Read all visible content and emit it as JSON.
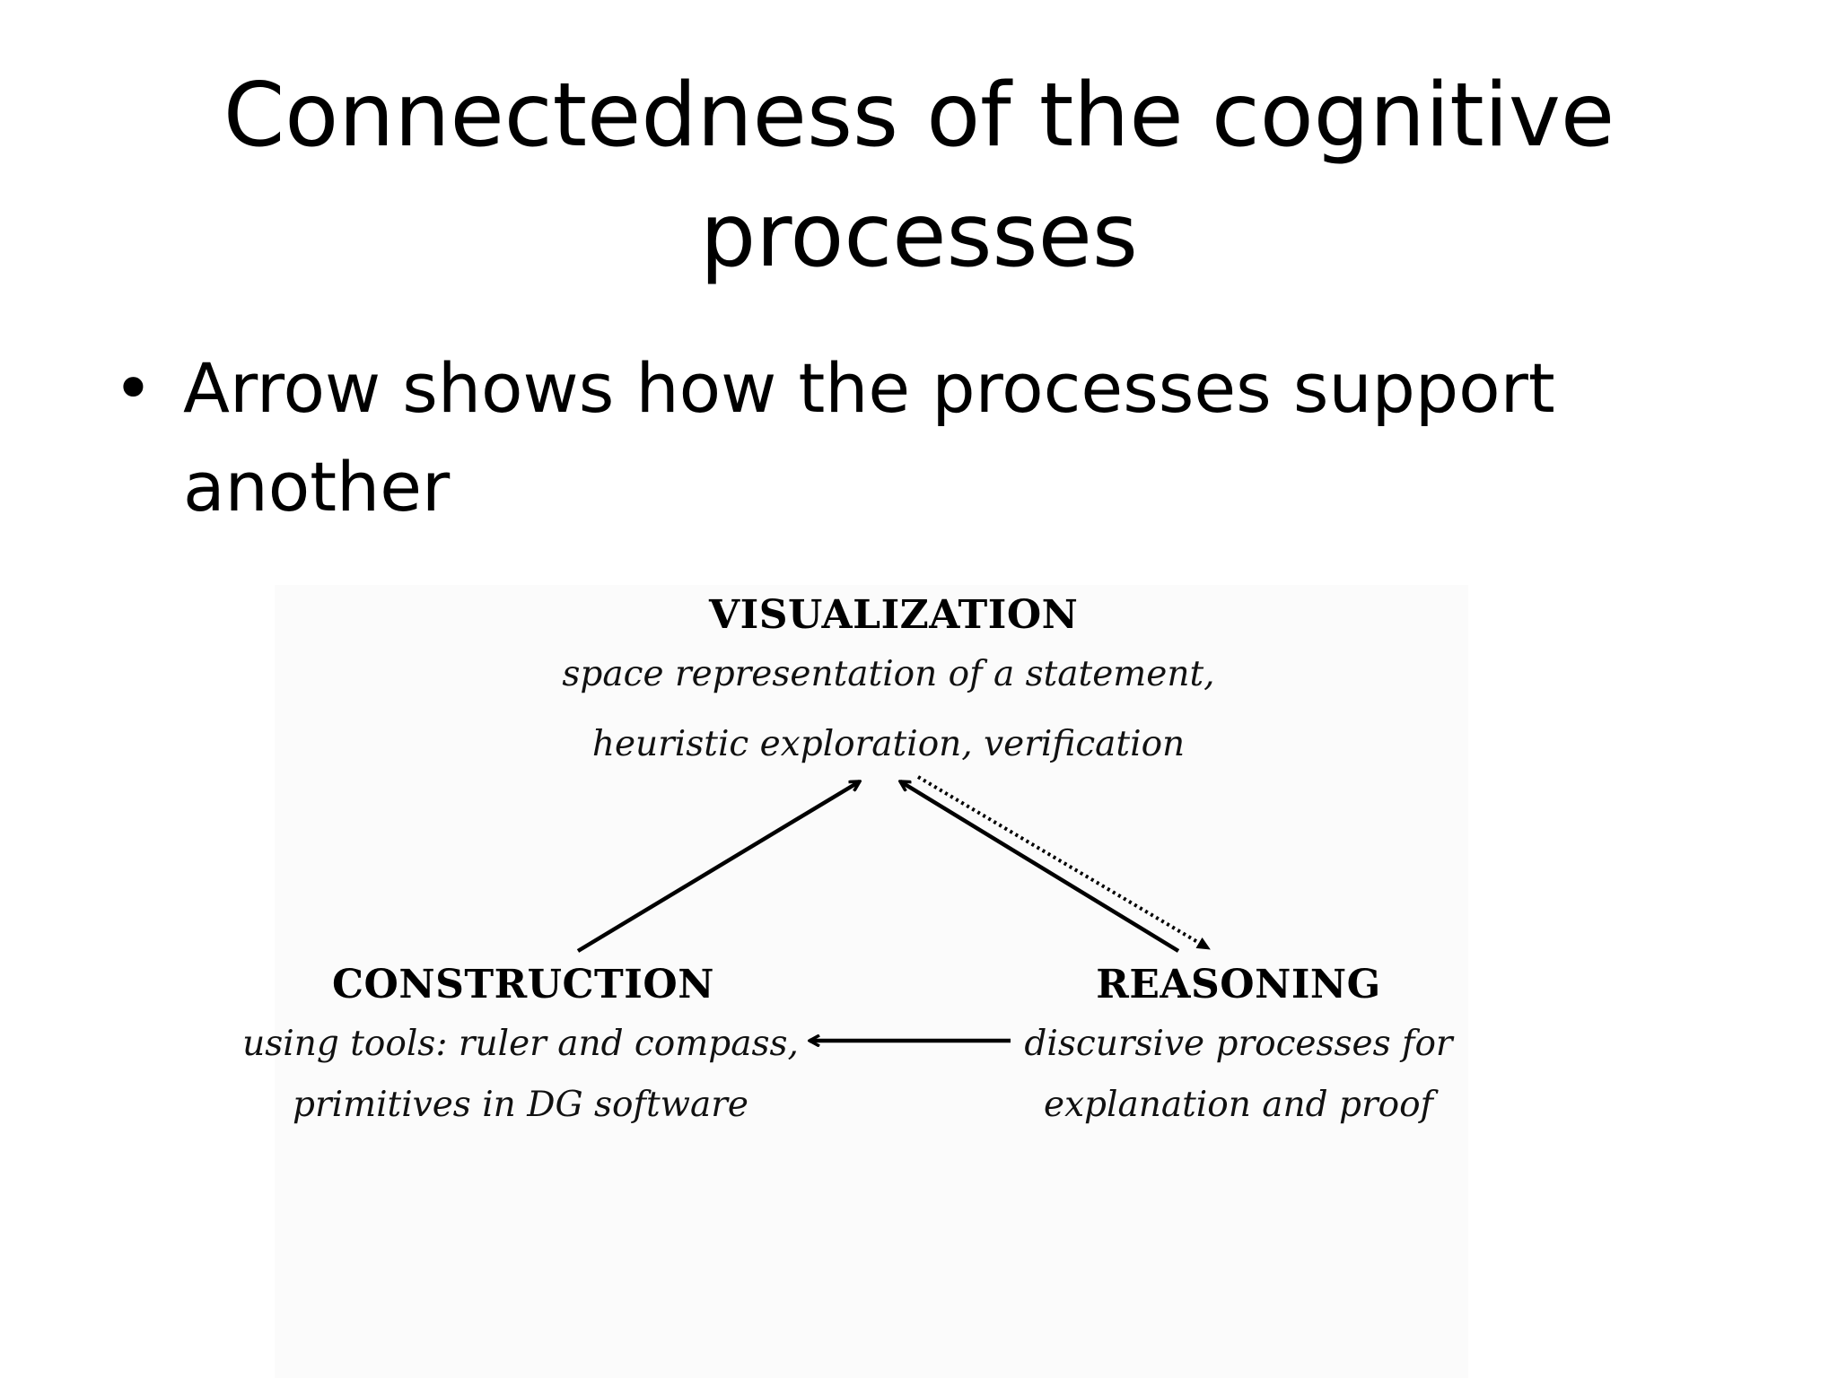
{
  "slide": {
    "title": "Connectedness of the cognitive processes",
    "bullets": [
      {
        "marker": "•",
        "text": "Arrow shows how the processes support another"
      }
    ]
  },
  "diagram": {
    "visualization": {
      "title": "VISUALIZATION",
      "lines": [
        "space representation of a statement,",
        "heuristic exploration, verification"
      ]
    },
    "construction": {
      "title": "CONSTRUCTION",
      "lines": [
        "using tools: ruler and compass,",
        "primitives in DG software"
      ]
    },
    "reasoning": {
      "title": "REASONING",
      "lines": [
        "discursive processes for",
        "explanation and proof"
      ]
    },
    "edges": [
      {
        "from": "construction",
        "to": "visualization",
        "style": "solid"
      },
      {
        "from": "reasoning",
        "to": "visualization",
        "style": "solid"
      },
      {
        "from": "visualization",
        "to": "reasoning",
        "style": "dotted"
      },
      {
        "from": "reasoning",
        "to": "construction",
        "style": "solid"
      }
    ],
    "colors": {
      "ink": "#000000",
      "background": "#ffffff"
    }
  }
}
